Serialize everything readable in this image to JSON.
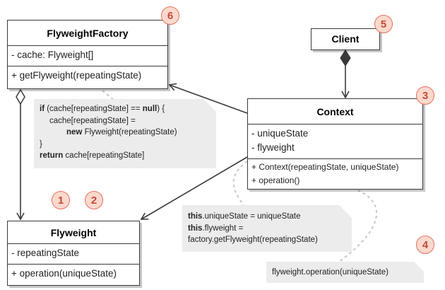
{
  "classes": {
    "factory": {
      "name": "FlyweightFactory",
      "fields": [
        "- cache: Flyweight[]"
      ],
      "methods": [
        "+ getFlyweight(repeatingState)"
      ]
    },
    "client": {
      "name": "Client"
    },
    "context": {
      "name": "Context",
      "fields": [
        "- uniqueState",
        "- flyweight"
      ],
      "methods": [
        "+ Context(repeatingState, uniqueState)",
        "+ operation()"
      ]
    },
    "flyweight": {
      "name": "Flyweight",
      "fields": [
        "- repeatingState"
      ],
      "methods": [
        "+ operation(uniqueState)"
      ]
    }
  },
  "badges": {
    "factory": "6",
    "client": "5",
    "context": "3",
    "flyweight_a": "1",
    "flyweight_b": "2",
    "note": "4"
  },
  "notes": {
    "factory_code": {
      "l1_kw": "if",
      "l1_a": " (cache[repeatingState] == ",
      "l1_kw2": "null",
      "l1_b": ") {",
      "l2": "cache[repeatingState] =",
      "l3_kw": "new",
      "l3": " Flyweight(repeatingState)",
      "l4": "}",
      "l5_kw": "return",
      "l5": " cache[repeatingState]"
    },
    "context_code": {
      "l1_kw": "this",
      "l1": ".uniqueState = uniqueState",
      "l2_kw": "this",
      "l2": ".flyweight =",
      "l3": "factory.getFlyweight(repeatingState)"
    },
    "operation_code": "flyweight.operation(uniqueState)"
  },
  "colors": {
    "badge_fill": "#fbd9cd",
    "badge_stroke": "#e9705f",
    "badge_text": "#c44a3a",
    "note_fill": "#ececec",
    "line": "#3a3a3a"
  }
}
